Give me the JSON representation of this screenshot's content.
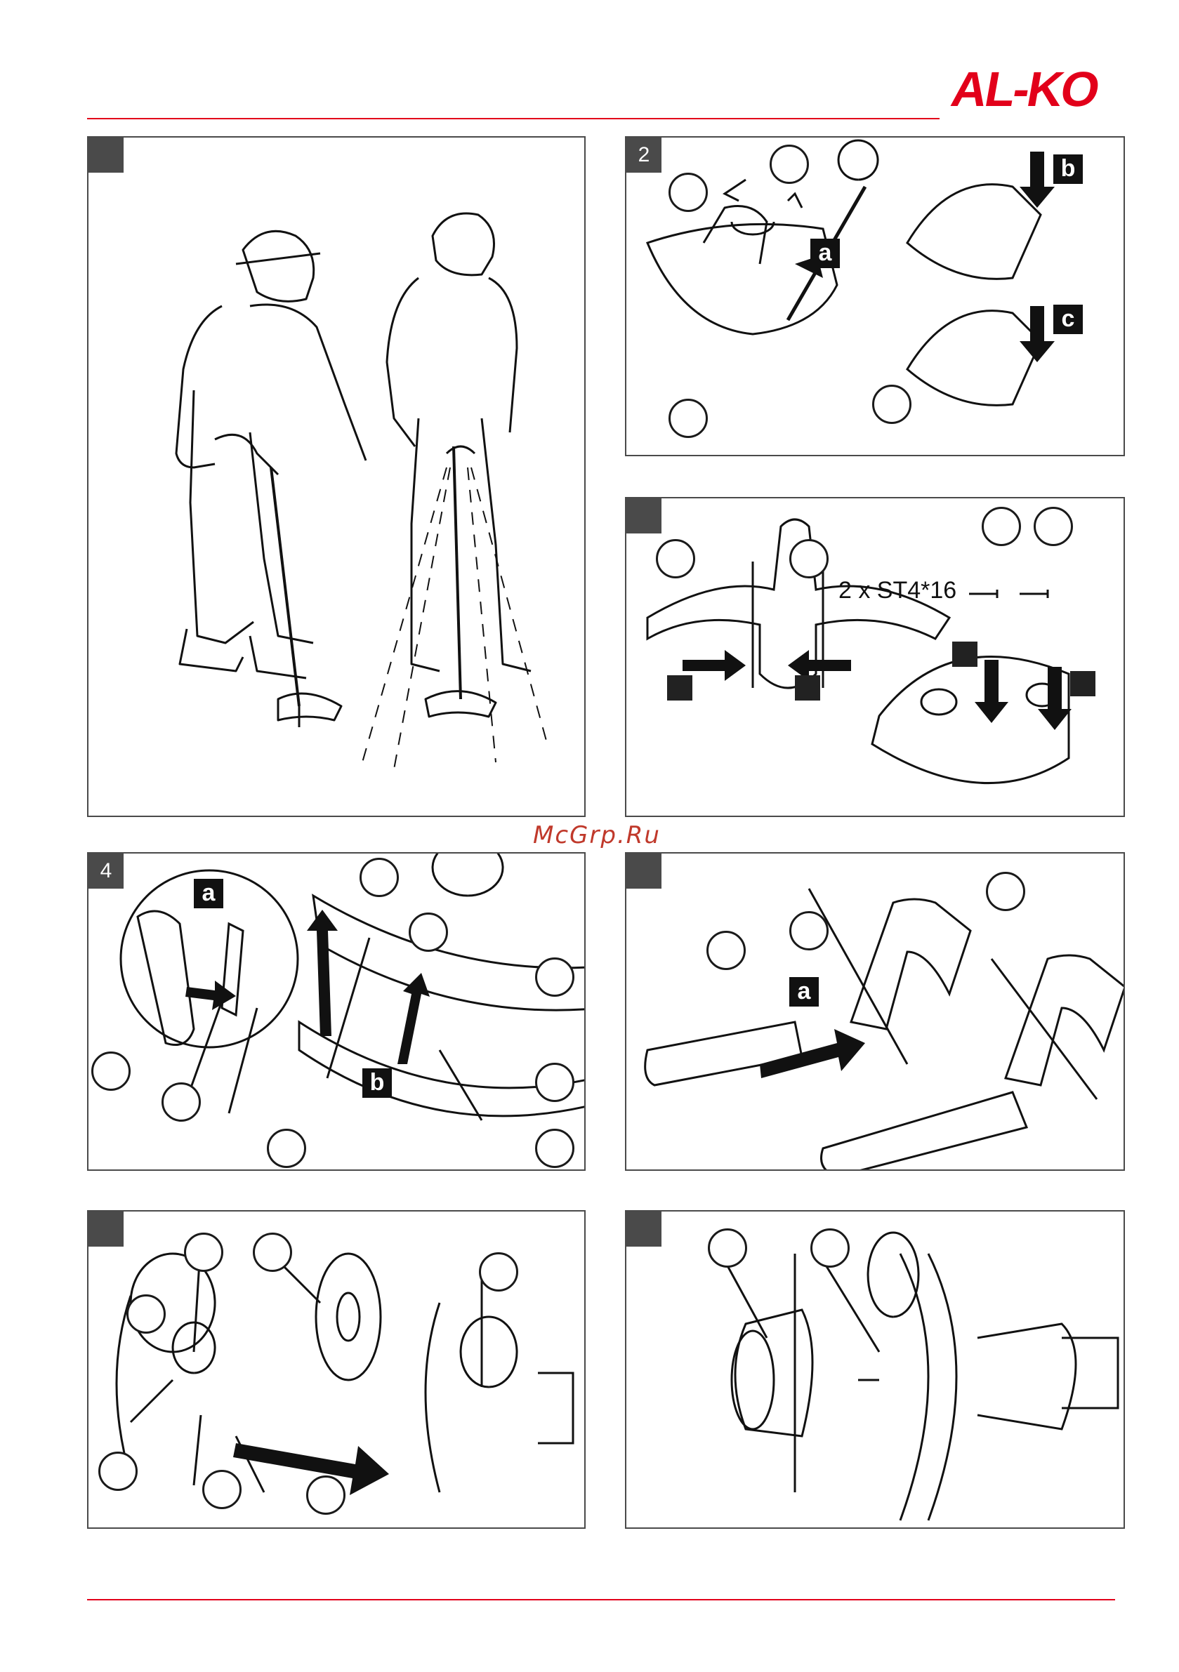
{
  "brand": {
    "logo_text": "AL-KO",
    "accent": "#e2001a"
  },
  "watermark": "McGrp.Ru",
  "panels": [
    {
      "id": "1",
      "label": ""
    },
    {
      "id": "2",
      "label": "2",
      "letters": [
        "a",
        "b",
        "c"
      ]
    },
    {
      "id": "3",
      "label": "",
      "screw_text": "2 x ST4*16"
    },
    {
      "id": "4",
      "label": "4",
      "letters": [
        "a",
        "b"
      ]
    },
    {
      "id": "5",
      "label": "",
      "letters": [
        "a"
      ]
    },
    {
      "id": "6",
      "label": ""
    },
    {
      "id": "7",
      "label": ""
    }
  ]
}
